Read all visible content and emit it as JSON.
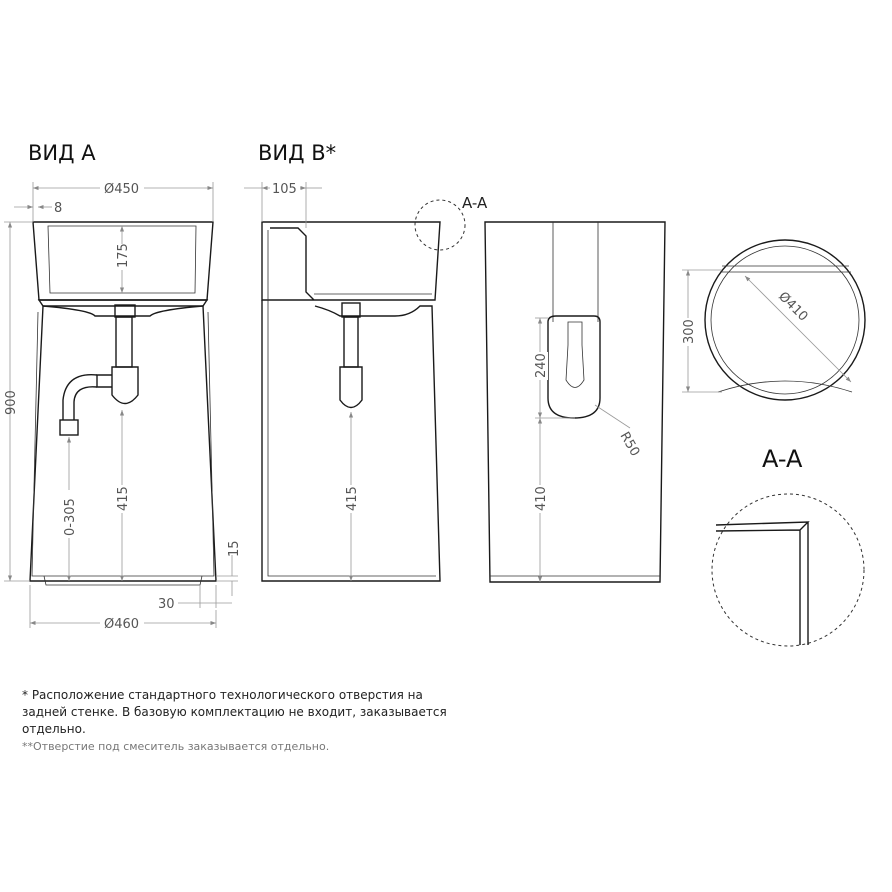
{
  "views": {
    "view_a": {
      "title": "ВИД А",
      "dims": {
        "width_top": "Ø450",
        "wall": "8",
        "height": "900",
        "bowl_depth": "175",
        "drain_height": "415",
        "outlet_range": "0-305",
        "base_height": "15",
        "base_inset": "30",
        "width_bottom": "Ø460"
      }
    },
    "view_b": {
      "title": "ВИД В*",
      "dims": {
        "back_offset": "105",
        "drain_height": "415"
      }
    },
    "side_view": {
      "section_marker": "A-A",
      "dims": {
        "cutout_height": "240",
        "cutout_bottom": "410",
        "radius": "R50"
      }
    },
    "top_view": {
      "dims": {
        "diameter": "Ø410",
        "depth": "300"
      }
    },
    "section": {
      "title": "A-A"
    }
  },
  "notes": [
    "* Расположение стандартного технологического отверстия на задней стенке. В базовую комплектацию не входит, заказывается отдельно.",
    "**Отверстие под смеситель заказывается отдельно."
  ]
}
